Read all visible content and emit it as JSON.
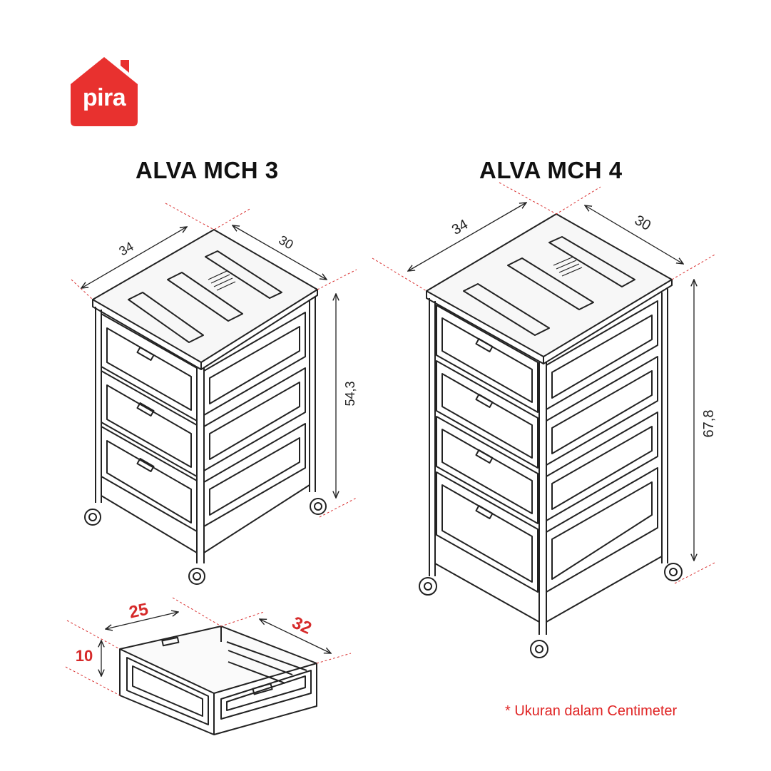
{
  "brand": {
    "name": "pira",
    "color": "#e8312f"
  },
  "products": [
    {
      "title": "ALVA MCH 3",
      "width": "34",
      "depth": "30",
      "height": "54,3",
      "drawers": 3
    },
    {
      "title": "ALVA MCH 4",
      "width": "34",
      "depth": "30",
      "height": "67,8",
      "drawers": 4
    }
  ],
  "drawer": {
    "width": "25",
    "length": "32",
    "height": "10",
    "label_color": "#d62a2a"
  },
  "note": "* Ukuran dalam Centimeter",
  "colors": {
    "line": "#222222",
    "guide": "#d93030",
    "fill": "#f4f4f4"
  }
}
